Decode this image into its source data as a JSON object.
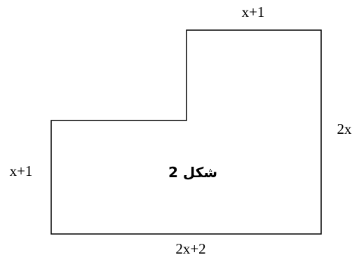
{
  "diagram": {
    "shape_label": "شكل 2",
    "dimensions": {
      "top": "x+1",
      "right": "2x",
      "left": "x+1",
      "bottom": "2x+2"
    },
    "colors": {
      "stroke": "#000000",
      "background": "#ffffff"
    }
  }
}
